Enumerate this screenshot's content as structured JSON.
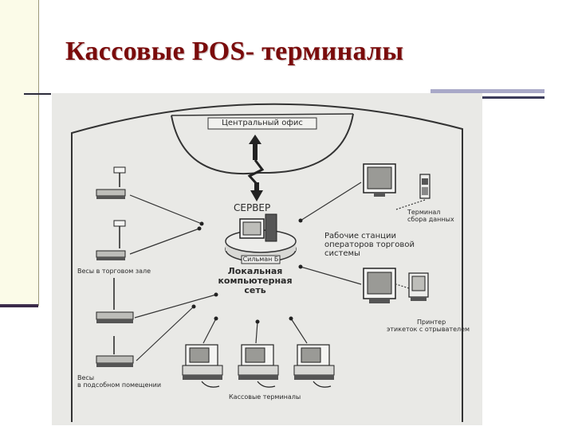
{
  "slide": {
    "title": "Кассовые POS- терминалы"
  },
  "diagram": {
    "central_office": "Центральный офис",
    "server": "СЕРВЕР",
    "server_plate": "Сильман Б",
    "network": [
      "Локальная",
      "компьютерная",
      "сеть"
    ],
    "scales_hall": "Весы в торговом зале",
    "scales_back": [
      "Весы",
      "в подсобном помещении"
    ],
    "pos_terminals": "Кассовые терминалы",
    "workstations": [
      "Рабочие станции",
      "операторов торговой",
      "системы"
    ],
    "data_terminal": [
      "Терминал",
      "сбора данных"
    ],
    "label_printer": [
      "Принтер",
      "этикеток с отрывателем"
    ]
  }
}
